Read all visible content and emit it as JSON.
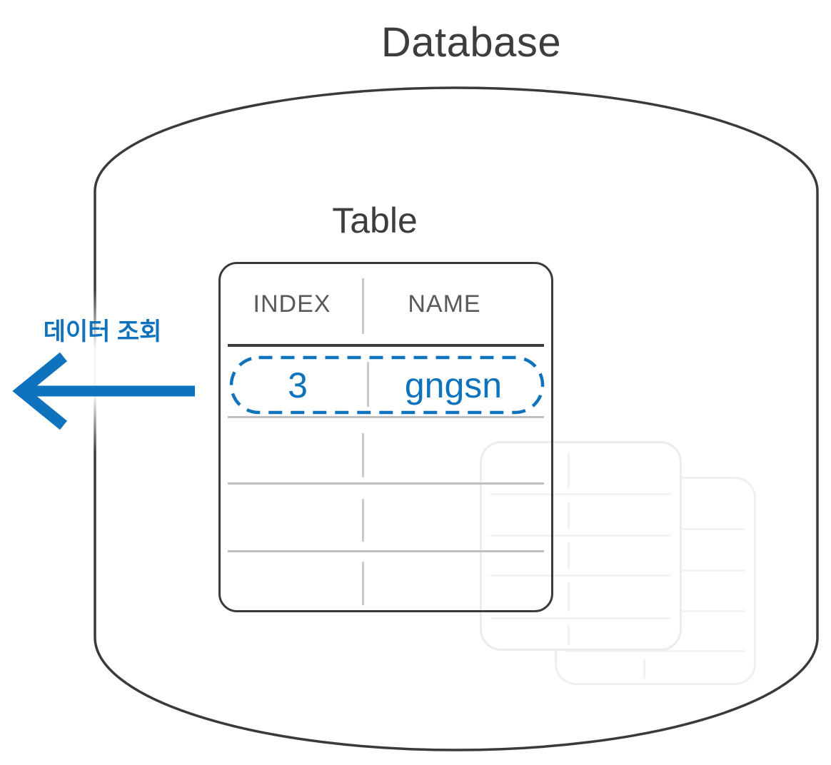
{
  "title": "Database",
  "table": {
    "title": "Table",
    "columns": [
      "INDEX",
      "NAME"
    ],
    "highlighted_row": {
      "index": "3",
      "name": "gngsn"
    },
    "empty_row_count": 3
  },
  "query_arrow": {
    "label": "데이터 조회",
    "direction": "left"
  },
  "colors": {
    "accent_blue": "#0e72bc",
    "outline_dark": "#3a3a3a",
    "header_text_gray": "#59595b",
    "grid_line_gray": "#bfbfbf",
    "ghost_table_gray": "#ececec"
  }
}
